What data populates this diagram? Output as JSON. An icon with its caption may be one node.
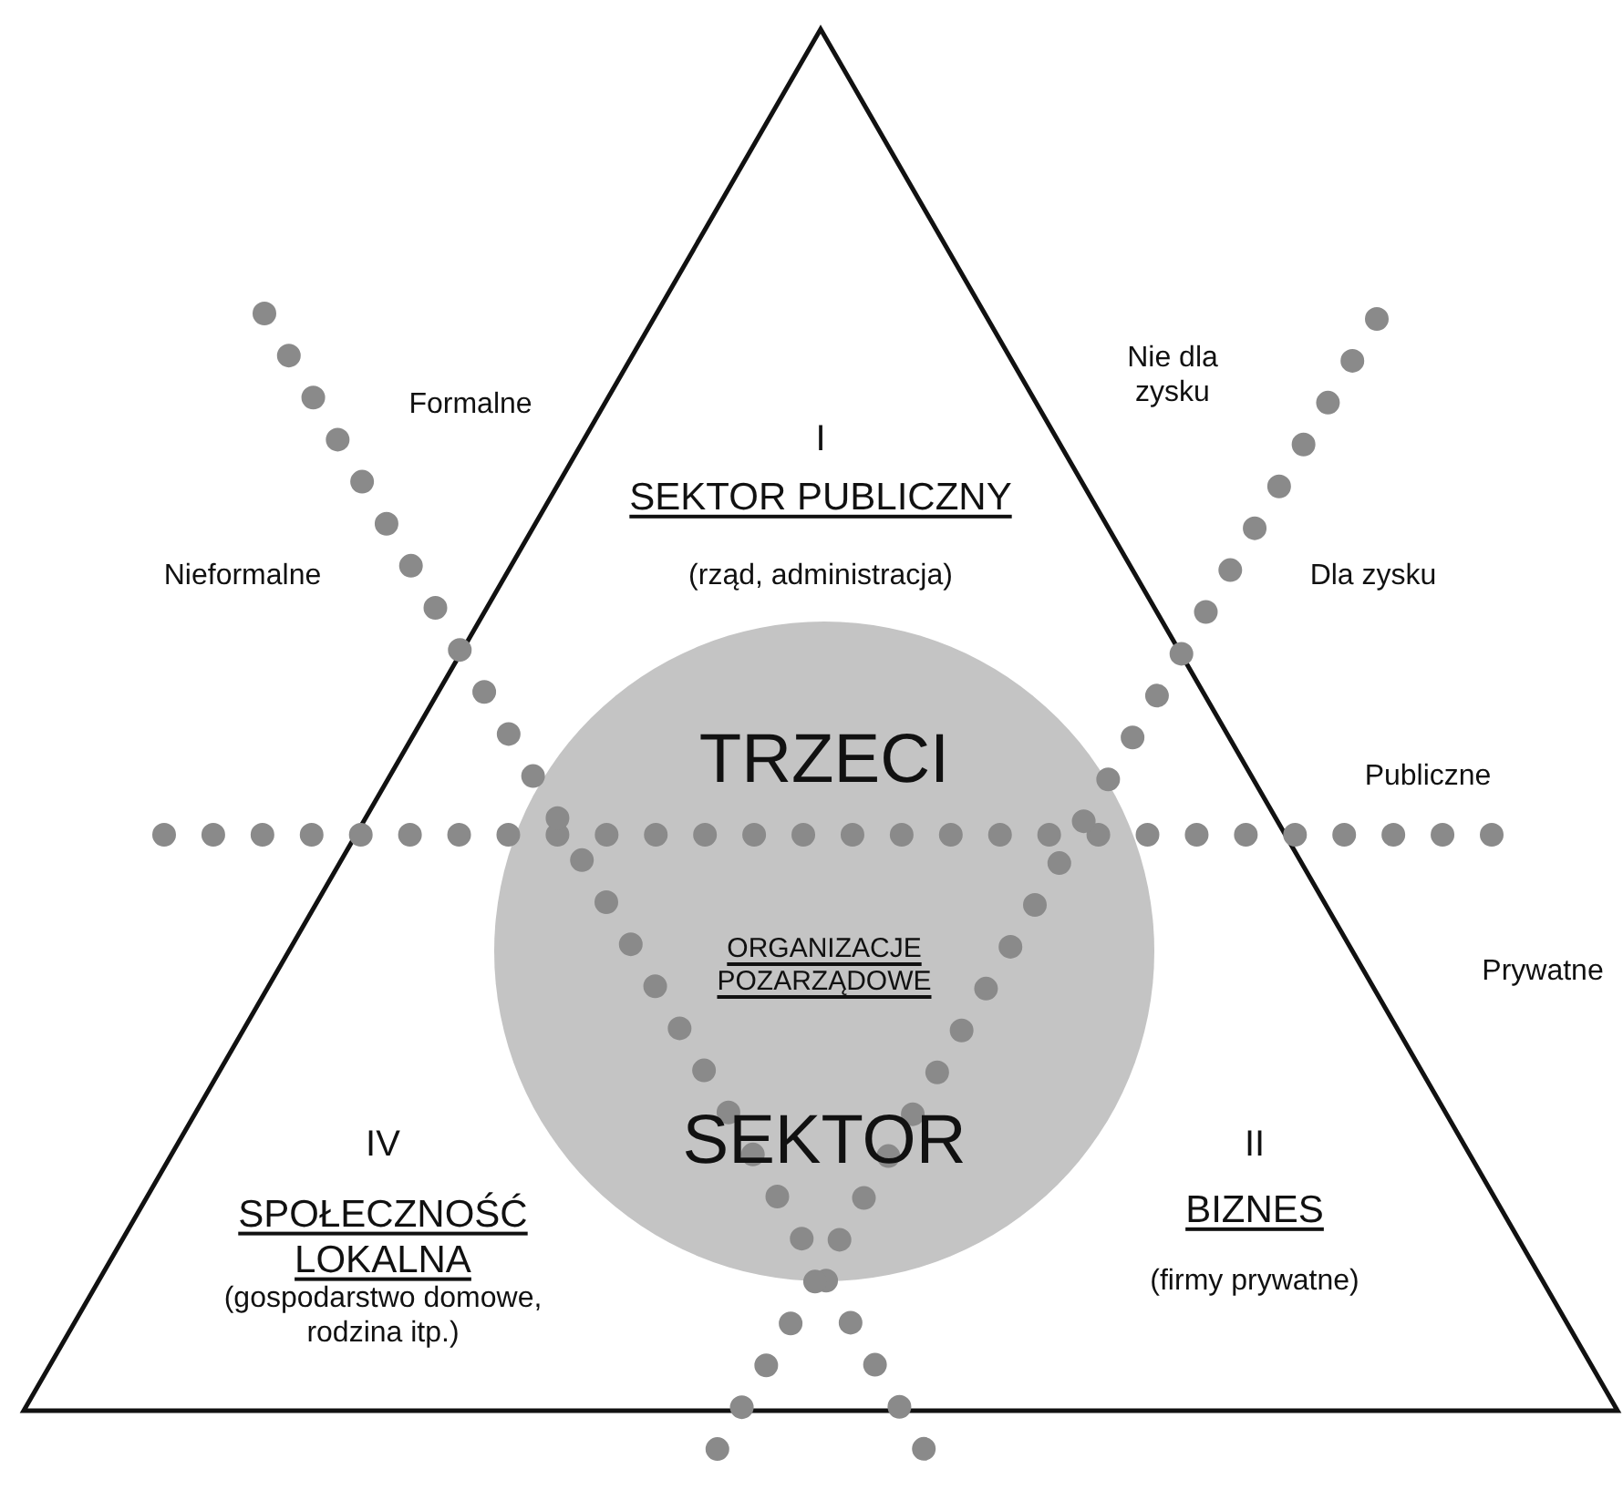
{
  "diagram": {
    "nodes": [
      {
        "text": [],
        "shape": "triangle"
      },
      {
        "text": [
          "TRZECI",
          "ORGANIZACJE POZARZĄDOWE",
          "SEKTOR"
        ],
        "in": 0
      }
    ],
    "labels": [
      "I",
      "SEKTOR PUBLICZNY",
      "(rząd, administracja)",
      "Nie dla zysku",
      "Formalne",
      "Nieformalne",
      "Dla zysku",
      "Publiczne",
      "Prywatne",
      "IV",
      "SPOŁECZNOŚĆ LOKALNA",
      "II",
      "BIZNES",
      "(gospodarstwo domowe, rodzina itp.)",
      "(firmy prywatne)"
    ]
  }
}
